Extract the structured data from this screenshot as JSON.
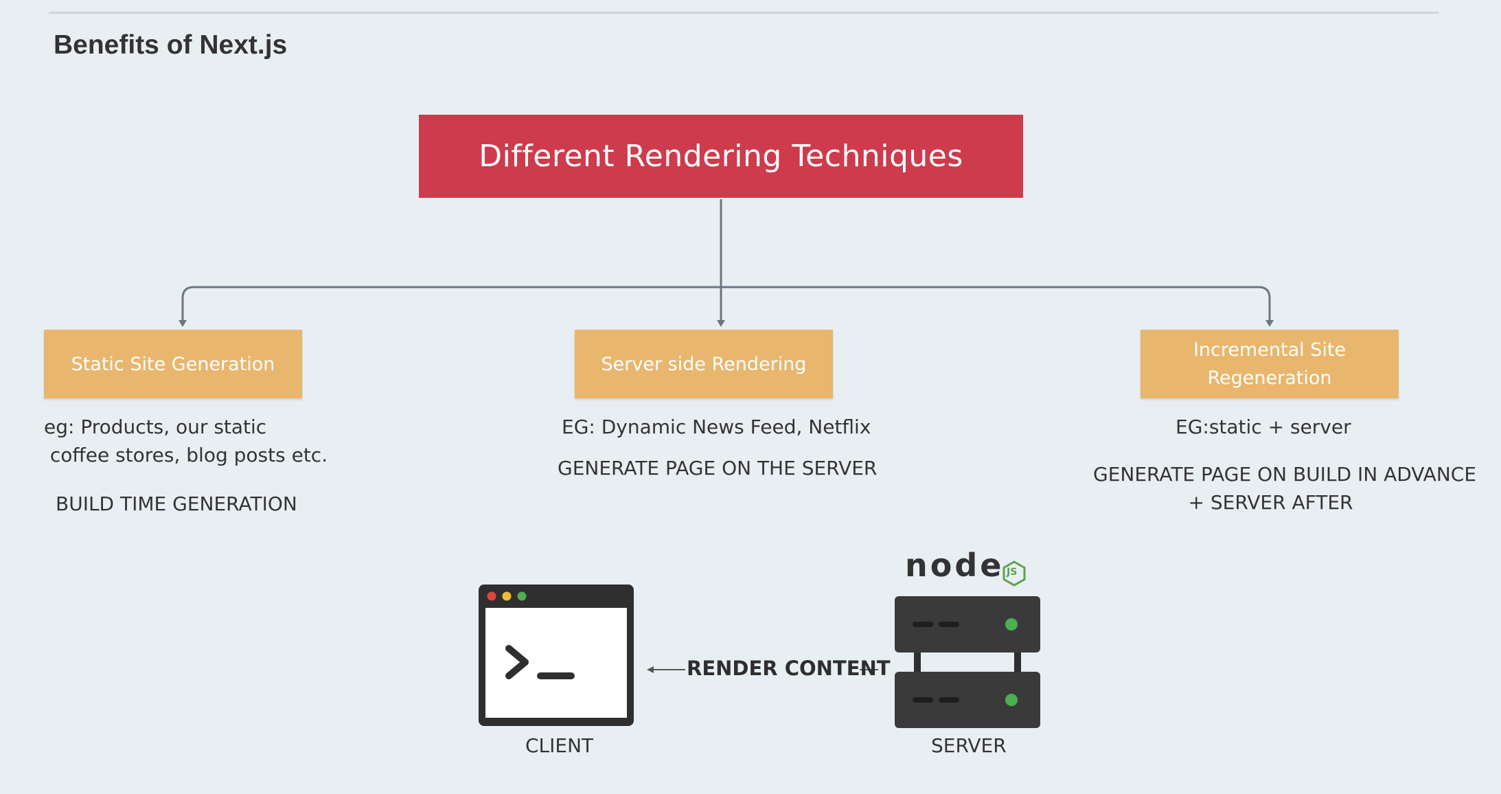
{
  "slide": {
    "title": "Benefits of Next.js"
  },
  "diagram": {
    "root": "Different Rendering Techniques",
    "branches": [
      {
        "label": "Static Site Generation",
        "example": "eg: Products, our static\n coffee stores, blog posts etc.",
        "note": "BUILD TIME GENERATION"
      },
      {
        "label": "Server side Rendering",
        "example": "EG: Dynamic News Feed, Netflix",
        "note": "GENERATE PAGE ON THE SERVER"
      },
      {
        "label": "Incremental Site\nRegeneration",
        "example": "EG:static + server",
        "note": "GENERATE PAGE ON BUILD IN ADVANCE\n+ SERVER AFTER"
      }
    ]
  },
  "flow": {
    "client_label": "CLIENT",
    "server_label": "SERVER",
    "arrow_label": "RENDER CONTENT",
    "server_logo": "node",
    "server_logo_badge": "JS"
  },
  "colors": {
    "background": "#e8eff3",
    "root_box": "#cd3b4c",
    "branch_box": "#e8b66d",
    "connector": "#6b7680",
    "node_green": "#5fa04e",
    "status_green": "#4caf50"
  }
}
